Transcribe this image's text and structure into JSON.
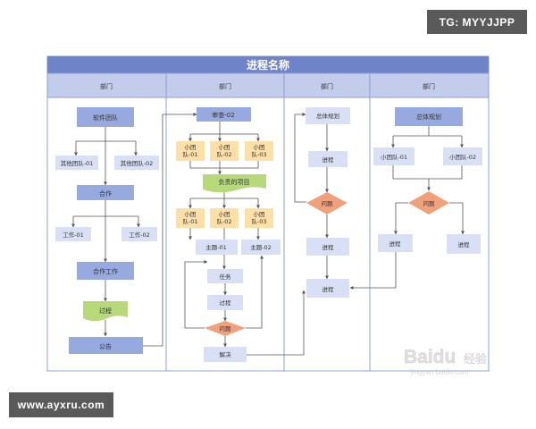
{
  "badges": {
    "tg": "TG: MYYJJPP",
    "site": "www.ayxru.com"
  },
  "diagram": {
    "title": "进程名称",
    "lane_headers": [
      "部门",
      "部门",
      "部门",
      "部门"
    ],
    "lanes": {
      "lane1": {
        "team": "软件团队",
        "other_team_1": "其他团队-01",
        "other_team_2": "其他团队-02",
        "cooperation": "合作",
        "work_1": "工作-01",
        "work_2": "工作-02",
        "coop_work": "合作工作",
        "process": "过程",
        "announce": "公告"
      },
      "lane2": {
        "review": "审查-02",
        "group_a1": "小团队-01",
        "group_a2": "小团队-02",
        "group_a3": "小团队-03",
        "responsible": "负责的项目",
        "group_b1": "小团队-01",
        "group_b2": "小团队-02",
        "group_b3": "小团队-03",
        "topic_1": "主题-01",
        "topic_2": "主题-02",
        "task": "任务",
        "process": "过程",
        "question": "问题",
        "resolve": "解决"
      },
      "lane3": {
        "plan": "总体规划",
        "progress_1": "进程",
        "question": "问题",
        "progress_2": "进程",
        "progress_3": "进程"
      },
      "lane4": {
        "plan": "总体规划",
        "group_1": "小团队-01",
        "group_2": "小团队-02",
        "question": "问题",
        "progress_1": "进程",
        "progress_2": "进程"
      }
    },
    "watermark": {
      "brand": "Baidu",
      "word": "经验",
      "url": "jingyan.baidu.com"
    },
    "colors": {
      "title_bar": "#6f84c8",
      "lane_header": "#c3cdeb",
      "lane_border": "#8ea0d0",
      "blue_box": "#97a9df",
      "light_box": "#d9e0f5",
      "orange_box": "#fce0a8",
      "green_doc": "#b7d97a",
      "diamond": "#f0a07a",
      "line": "#555555"
    }
  }
}
